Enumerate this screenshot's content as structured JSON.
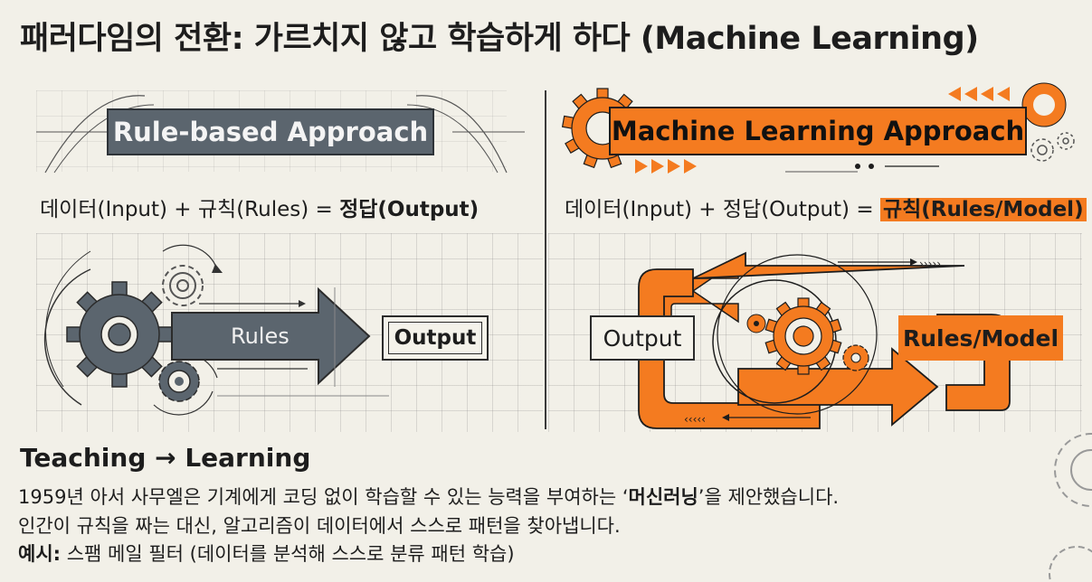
{
  "title": "패러다임의 전환: 가르치지 않고 학습하게 하다 (Machine Learning)",
  "left_panel": {
    "banner": "Rule-based Approach",
    "equation": {
      "prefix": "데이터(Input) + 규칙(Rules) = ",
      "result": "정답(Output)"
    },
    "arrow_label": "Rules",
    "output_box": "Output"
  },
  "right_panel": {
    "banner": "Machine Learning Approach",
    "equation": {
      "prefix": "데이터(Input) + 정답(Output) = ",
      "result": "규칙(Rules/Model)"
    },
    "output_box": "Output",
    "model_box": "Rules/Model"
  },
  "bottom": {
    "heading": "Teaching → Learning",
    "line1_prefix": "1959년 아서 사무엘은 기계에게 코딩 없이 학습할 수 있는 능력을 부여하는 ‘",
    "line1_bold": "머신러닝",
    "line1_suffix": "’을 제안했습니다.",
    "line2": "인간이 규칙을 짜는 대신, 알고리즘이 데이터에서 스스로 패턴을 찾아냅니다.",
    "line3_label": "예시:",
    "line3_text": " 스팸 메일 필터 (데이터를 분석해 스스로 분류 패턴 학습)"
  },
  "colors": {
    "accent": "#f47b20",
    "rule_gray": "#5b656e",
    "background": "#f2f0e8"
  }
}
